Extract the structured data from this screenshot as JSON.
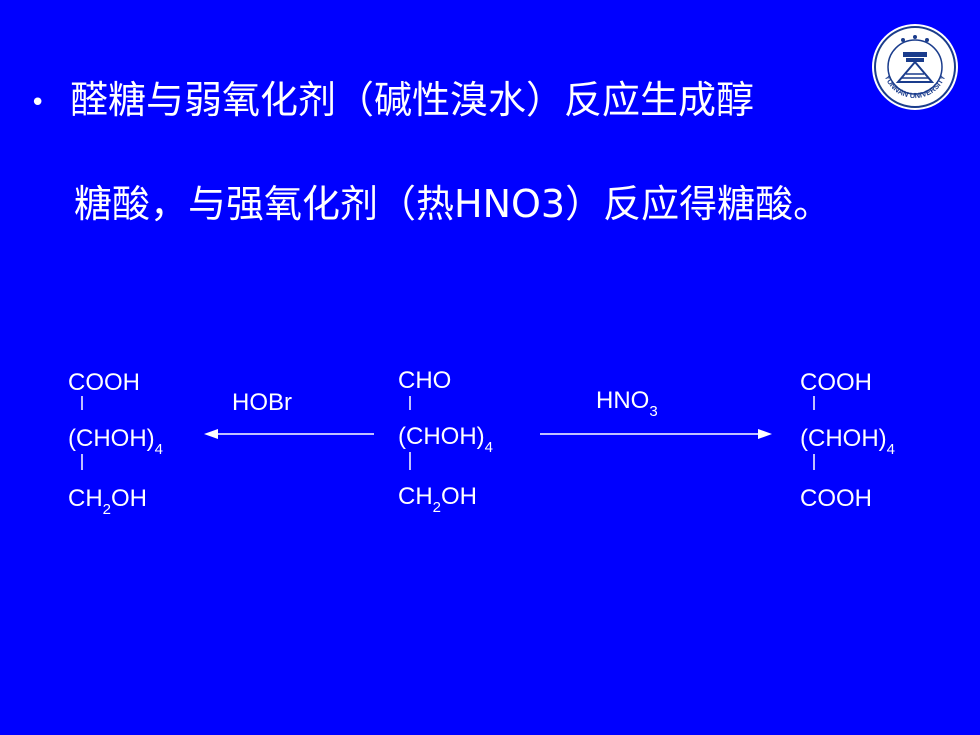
{
  "slide": {
    "bullet_symbol": "•",
    "line1": "醛糖与弱氧化剂（碱性溴水）反应生成醇",
    "line2": "糖酸，与强氧化剂（热HNO3）反应得糖酸。"
  },
  "logo": {
    "icon": "university-seal-icon",
    "text": "YUNNAN UNIVERSITY",
    "colors": {
      "ring": "#ffffff",
      "ink": "#1a3c8c"
    }
  },
  "diagram": {
    "left_molecule": {
      "top": "COOH",
      "middle": "(CHOH)",
      "middle_sub": "4",
      "bottom_main": "CH",
      "bottom_sub": "2",
      "bottom_end": "OH"
    },
    "center_molecule": {
      "top": "CHO",
      "middle": "(CHOH)",
      "middle_sub": "4",
      "bottom_main": "CH",
      "bottom_sub": "2",
      "bottom_end": "OH"
    },
    "right_molecule": {
      "top": "COOH",
      "middle": "(CHOH)",
      "middle_sub": "4",
      "bottom": "COOH"
    },
    "left_reagent": "HOBr",
    "right_reagent_main": "HNO",
    "right_reagent_sub": "3"
  }
}
